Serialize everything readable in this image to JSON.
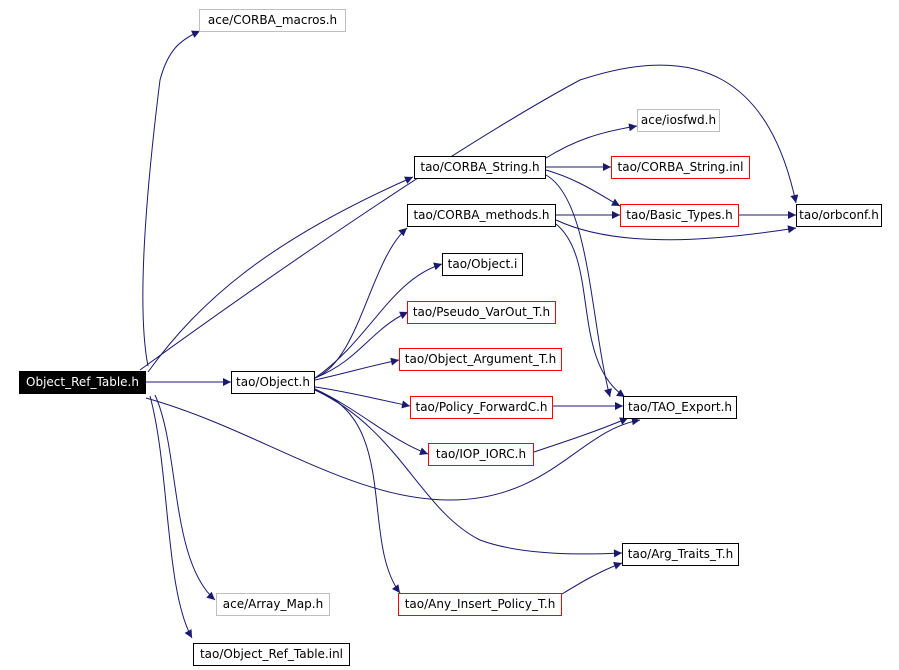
{
  "graph": {
    "edge_color": "#191970",
    "border_colors": {
      "black": "#000000",
      "red": "#ff0000",
      "gray": "#bfbfbf"
    },
    "nodes": {
      "root": "Object_Ref_Table.h",
      "corba_macros": "ace/CORBA_macros.h",
      "iosfwd": "ace/iosfwd.h",
      "corba_string": "tao/CORBA_String.h",
      "corba_string_inl": "tao/CORBA_String.inl",
      "corba_methods": "tao/CORBA_methods.h",
      "basic_types": "tao/Basic_Types.h",
      "orbconf": "tao/orbconf.h",
      "object_i": "tao/Object.i",
      "pseudo_varout": "tao/Pseudo_VarOut_T.h",
      "object_argument": "tao/Object_Argument_T.h",
      "object_h": "tao/Object.h",
      "policy_forwardc": "tao/Policy_ForwardC.h",
      "tao_export": "tao/TAO_Export.h",
      "iop_iorc": "tao/IOP_IORC.h",
      "arg_traits": "tao/Arg_Traits_T.h",
      "any_insert": "tao/Any_Insert_Policy_T.h",
      "array_map": "ace/Array_Map.h",
      "object_ref_table_inl": "tao/Object_Ref_Table.inl"
    }
  }
}
